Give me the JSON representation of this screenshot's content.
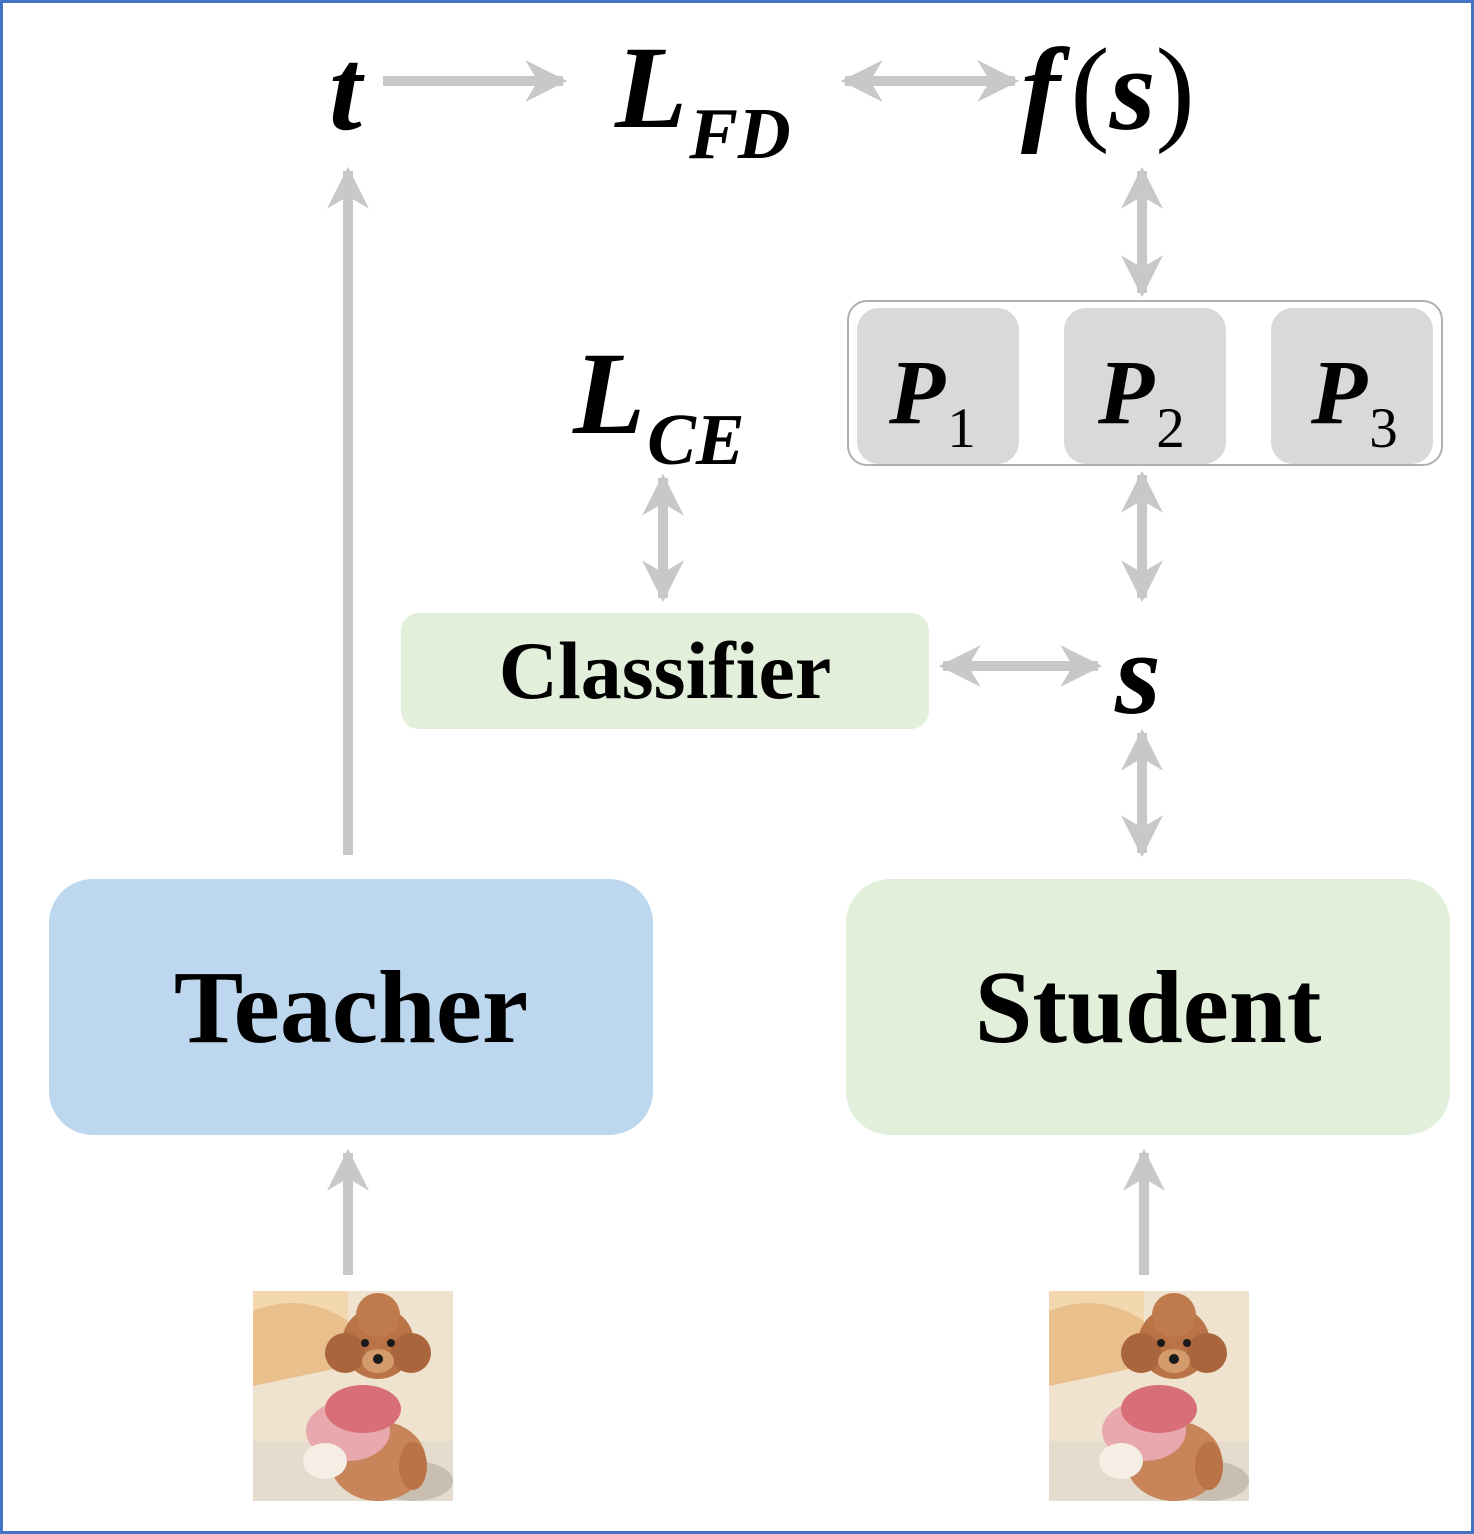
{
  "symbols": {
    "t": "t",
    "L_fd": "L",
    "L_fd_sub": "FD",
    "f": "f",
    "f_open": "(",
    "f_arg": "s",
    "f_close": ")",
    "L_ce": "L",
    "L_ce_sub": "CE",
    "s": "s"
  },
  "projectors": [
    {
      "letter": "P",
      "index": "1"
    },
    {
      "letter": "P",
      "index": "2"
    },
    {
      "letter": "P",
      "index": "3"
    }
  ],
  "boxes": {
    "classifier": "Classifier",
    "teacher": "Teacher",
    "student": "Student"
  },
  "colors": {
    "teacher_fill": "#bdd7ee",
    "student_fill": "#e2efda",
    "projector_fill": "#d9d9d9",
    "arrow": "#c8c8c8",
    "frame": "#4472c4"
  },
  "images": {
    "teacher_input": "poodle-photo",
    "student_input": "poodle-photo"
  }
}
